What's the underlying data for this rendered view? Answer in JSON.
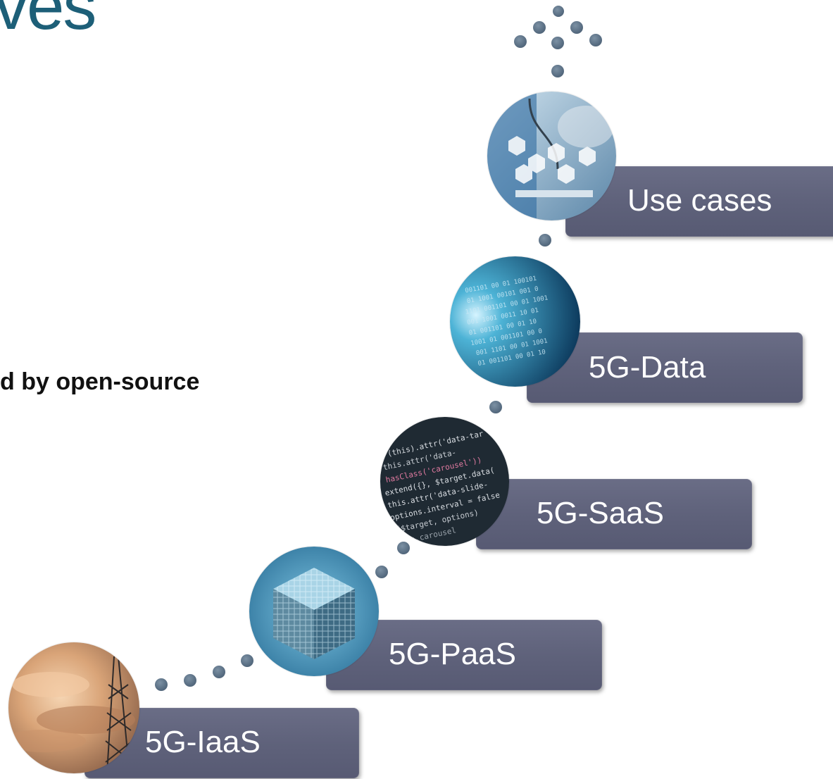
{
  "header": {
    "title_fragment": "ves",
    "subtitle_fragment": "d by open-source"
  },
  "steps": [
    {
      "label": "5G-IaaS",
      "image": "sunset-telecom-tower"
    },
    {
      "label": "5G-PaaS",
      "image": "cube-grid"
    },
    {
      "label": "5G-SaaS",
      "image": "code-screen"
    },
    {
      "label": "5G-Data",
      "image": "binary-data"
    },
    {
      "label": "Use cases",
      "image": "healthcare-icons"
    }
  ],
  "colors": {
    "title": "#1d5f78",
    "box": "#5f627b",
    "dot": "#556a7f"
  }
}
